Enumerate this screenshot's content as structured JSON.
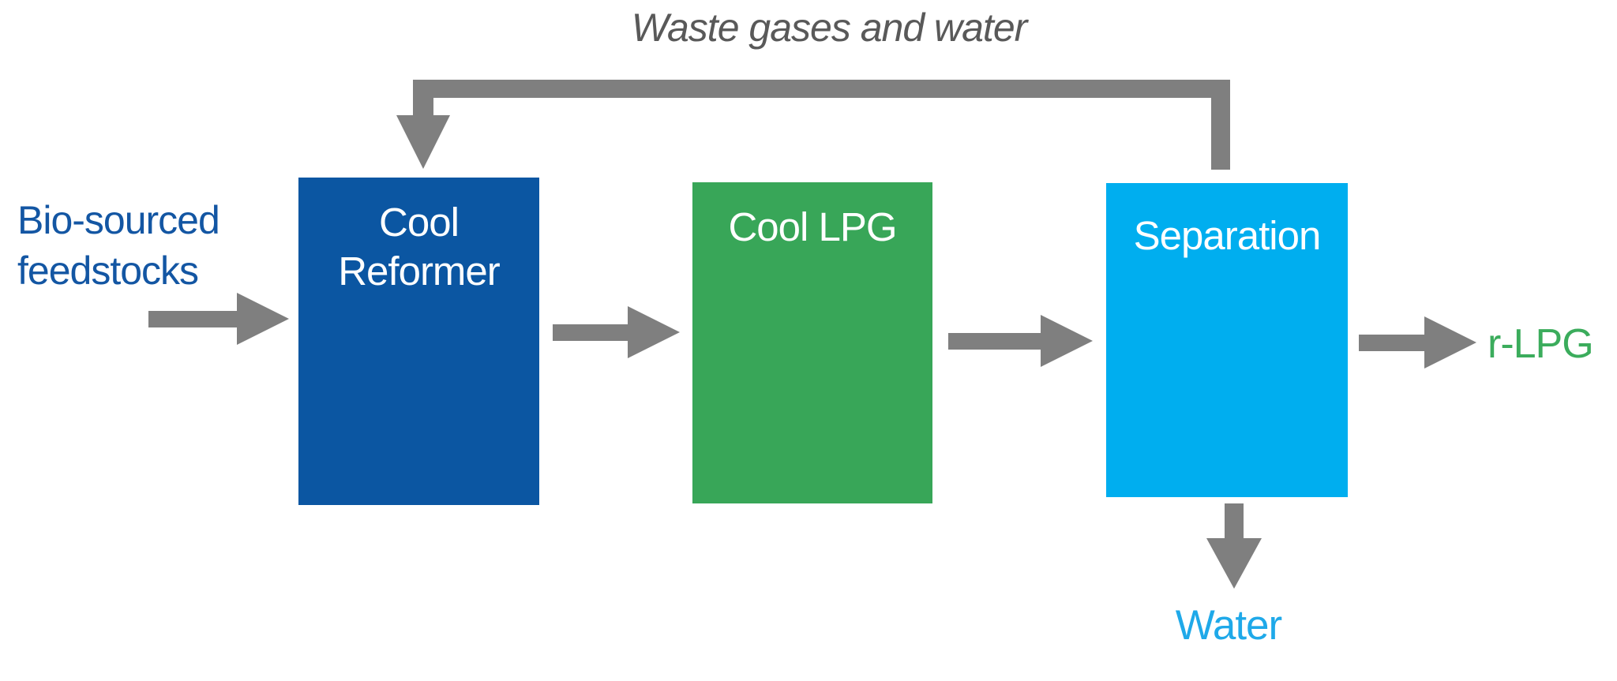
{
  "diagram": {
    "type": "process-flow",
    "recycle_label": "Waste gases and water",
    "input_label": "Bio-sourced feedstocks",
    "input_label_lines": [
      "Bio-sourced",
      "feedstocks"
    ],
    "output_label": "r-LPG",
    "byproduct_label": "Water",
    "nodes": [
      {
        "id": "cool-reformer",
        "label": "Cool Reformer",
        "lines": [
          "Cool",
          "Reformer"
        ],
        "color": "#0B56A2"
      },
      {
        "id": "cool-lpg",
        "label": "Cool LPG",
        "lines": [
          "Cool LPG"
        ],
        "color": "#38A658"
      },
      {
        "id": "separation",
        "label": "Separation",
        "lines": [
          "Separation"
        ],
        "color": "#00AEEF"
      }
    ],
    "flows": [
      {
        "from": "Bio-sourced feedstocks",
        "to": "Cool Reformer"
      },
      {
        "from": "Cool Reformer",
        "to": "Cool LPG"
      },
      {
        "from": "Cool LPG",
        "to": "Separation"
      },
      {
        "from": "Separation",
        "to": "r-LPG"
      },
      {
        "from": "Separation",
        "to": "Water"
      },
      {
        "from": "Separation",
        "to": "Cool Reformer",
        "label": "Waste gases and water",
        "type": "recycle"
      }
    ],
    "colors": {
      "reformer_blue": "#0B56A2",
      "lpg_green": "#38A658",
      "separation_cyan": "#00AEEF",
      "arrow_gray": "#7F7F7F",
      "note_gray": "#595959",
      "feedstock_text_blue": "#1356A3",
      "rlpg_text_green": "#3BAC5C",
      "water_text_cyan": "#1FA9E9",
      "box_text_white": "#FFFFFF"
    }
  }
}
